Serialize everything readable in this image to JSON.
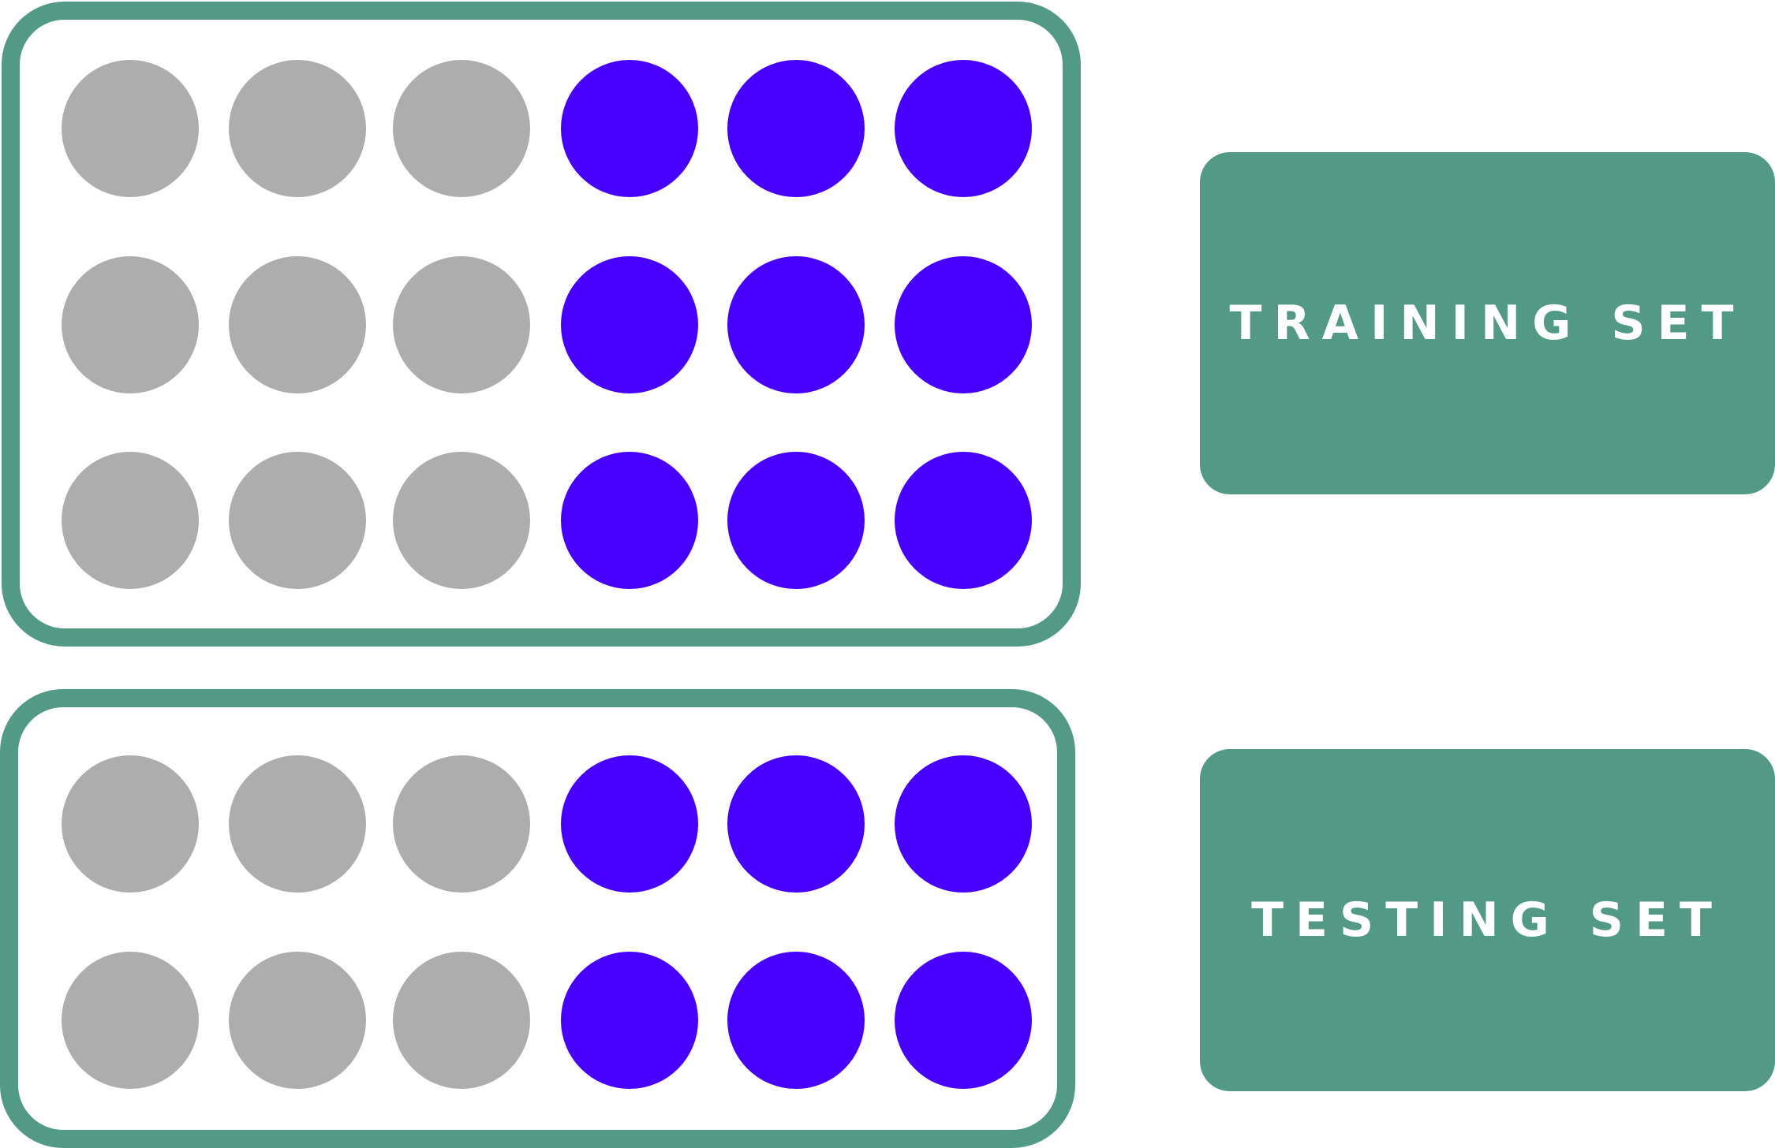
{
  "training": {
    "label": "TRAINING SET",
    "rows": [
      [
        "gray",
        "gray",
        "gray",
        "blue",
        "blue",
        "blue"
      ],
      [
        "gray",
        "gray",
        "gray",
        "blue",
        "blue",
        "blue"
      ],
      [
        "gray",
        "gray",
        "gray",
        "blue",
        "blue",
        "blue"
      ]
    ]
  },
  "testing": {
    "label": "TESTING SET",
    "rows": [
      [
        "gray",
        "gray",
        "gray",
        "blue",
        "blue",
        "blue"
      ],
      [
        "gray",
        "gray",
        "gray",
        "blue",
        "blue",
        "blue"
      ]
    ]
  },
  "colors": {
    "gray": "#adadad",
    "blue": "#4700ff",
    "accent": "#529a86"
  }
}
